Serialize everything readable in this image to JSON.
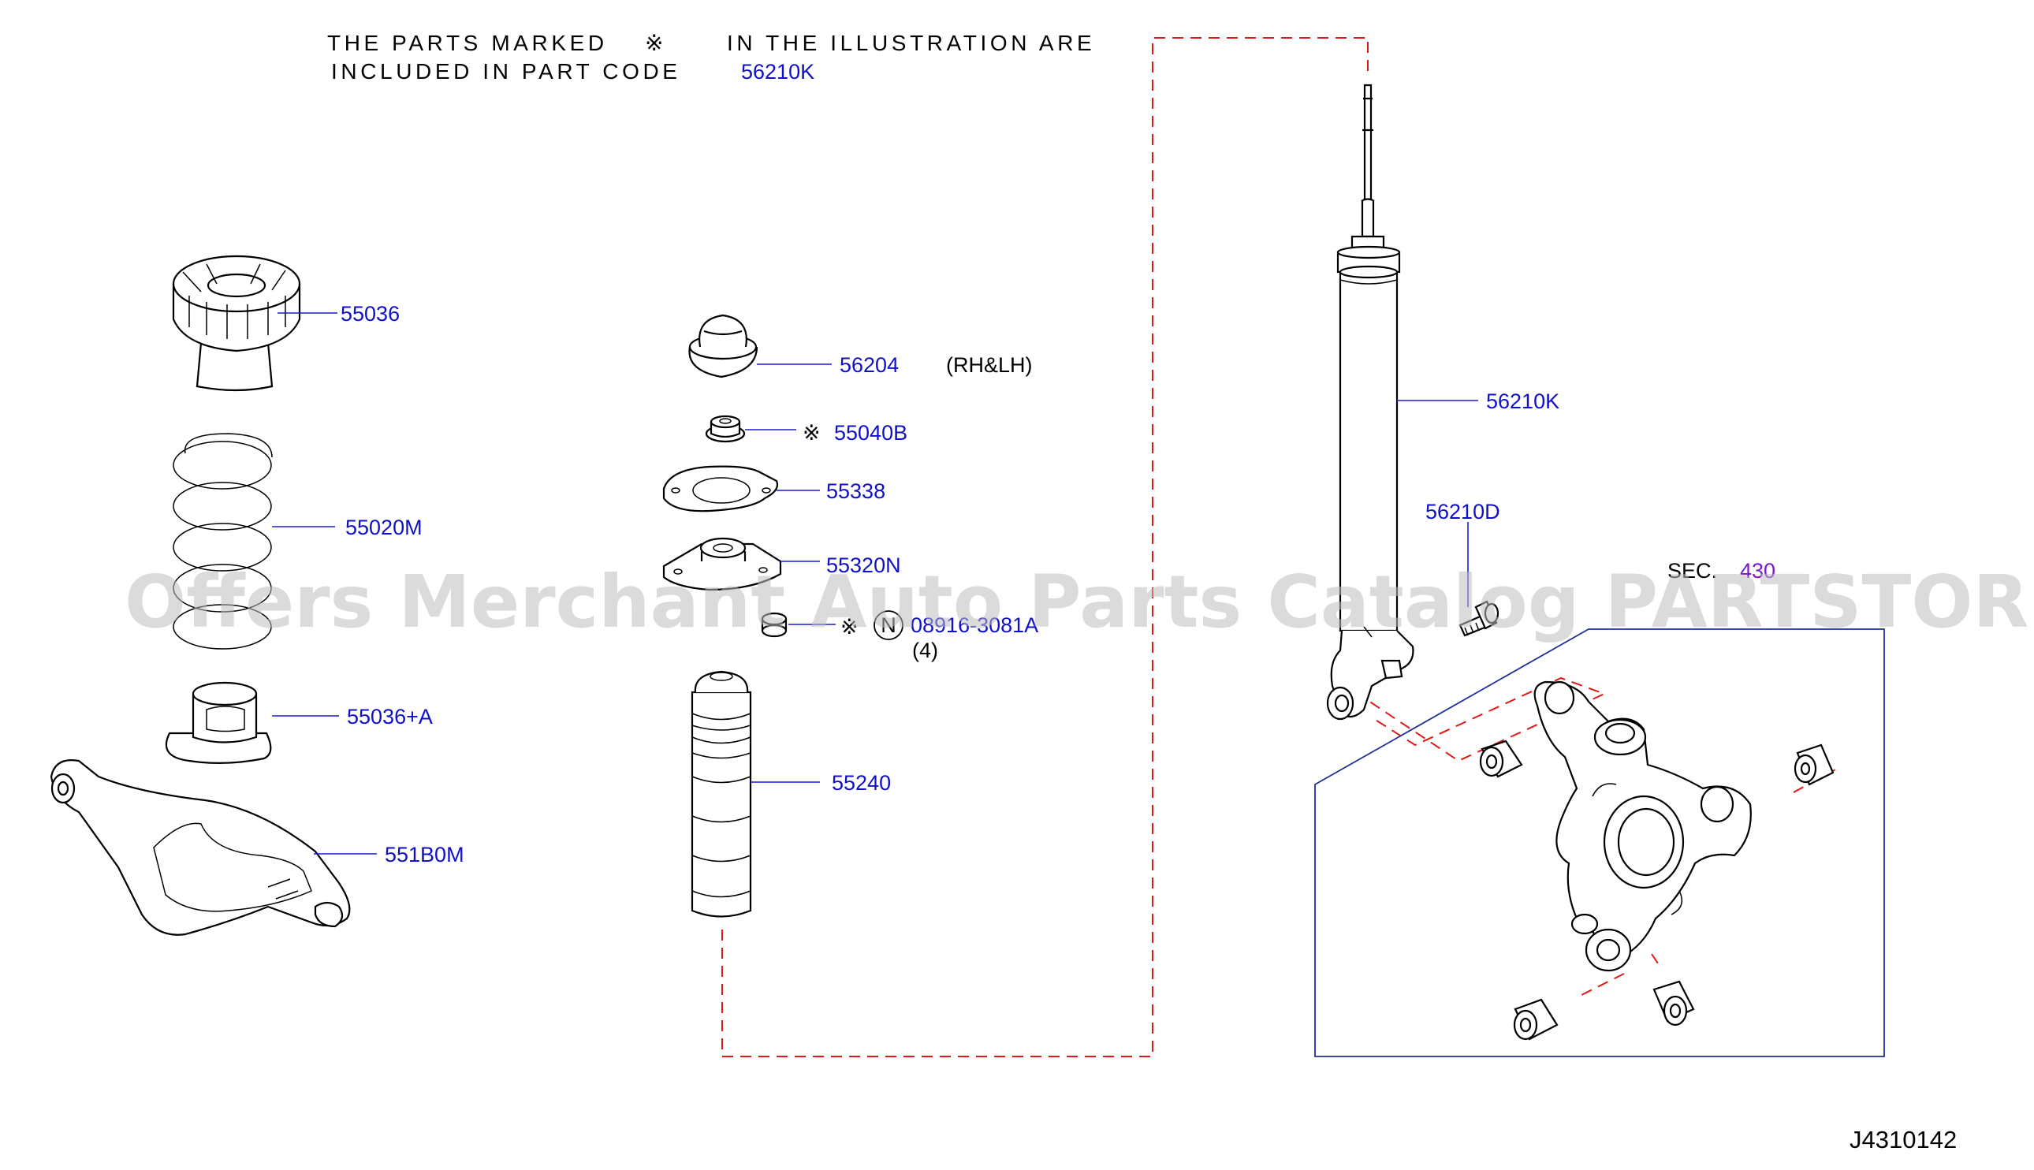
{
  "note": {
    "line1_a": "THE PARTS MARKED",
    "mark": "※",
    "line1_b": "IN THE ILLUSTRATION ARE",
    "line2": "INCLUDED IN PART CODE",
    "code": "56210K"
  },
  "labels": {
    "p55036": "55036",
    "p55020M": "55020M",
    "p55036A": "55036+A",
    "p551B0M": "551B0M",
    "p56204": "56204",
    "rhlh": "(RH&LH)",
    "p55040B_mark": "※",
    "p55040B": "55040B",
    "p55338": "55338",
    "p55320N": "55320N",
    "nut_mark": "※",
    "nut_circle": "N",
    "nut_code": "08916-3081A",
    "nut_qty": "(4)",
    "p55240": "55240",
    "p56210K": "56210K",
    "p56210D": "56210D",
    "sec_label": "SEC.",
    "sec_num": "430"
  },
  "diagram_id": "J4310142",
  "watermark": "Offers Merchant Auto Parts Catalog PARTSTORE.SA",
  "colors": {
    "label": "#1010c8",
    "dashed_line": "#e01818",
    "section_box": "#1f2f9a",
    "section_number": "#7a18c8",
    "watermark": "#bdbdbd"
  }
}
